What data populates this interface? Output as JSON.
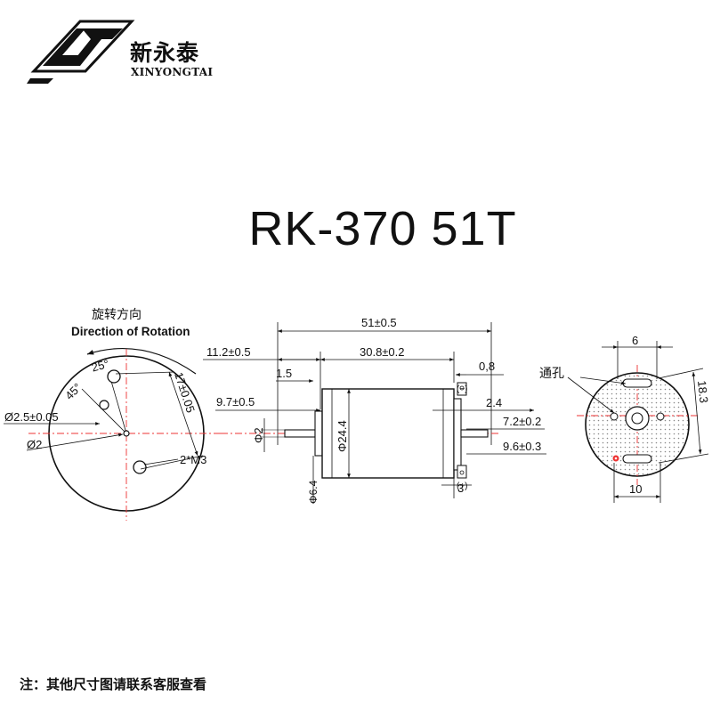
{
  "brand": {
    "logo_letters": "XYT",
    "name_cn": "新永泰",
    "name_en": "XINYONGTAI"
  },
  "title": "RK-370 51T",
  "rotation": {
    "label_cn": "旋转方向",
    "label_en": "Direction of Rotation"
  },
  "front_view": {
    "angle_45": "45°",
    "angle_25": "25°",
    "hole_dia": "Ø2.5±0.05",
    "shaft_dia": "Ø2",
    "hole_spacing": "17±0.05",
    "screw": "2*M3"
  },
  "side_view": {
    "overall_length": "51±0.5",
    "shaft_length": "11.2±0.5",
    "body_length": "30.8±0.2",
    "dim_1_5": "1.5",
    "bearing_length": "9.7±0.5",
    "shaft_dia": "Φ2",
    "body_dia": "Φ24.4",
    "boss_dia": "Φ6.4",
    "terminal_thickness": "0,8",
    "terminal_minus": "(−)",
    "terminal_plus": "(+)",
    "dim_2_4": "2.4",
    "dim_7_2": "7.2±0.2",
    "dim_9_6": "9.6±0.3",
    "dim_3": "3"
  },
  "rear_view": {
    "vent_label": "通孔",
    "width_top": "6",
    "height_side": "18.3",
    "width_bottom": "10"
  },
  "note": "注：其他尺寸图请联系客服查看"
}
